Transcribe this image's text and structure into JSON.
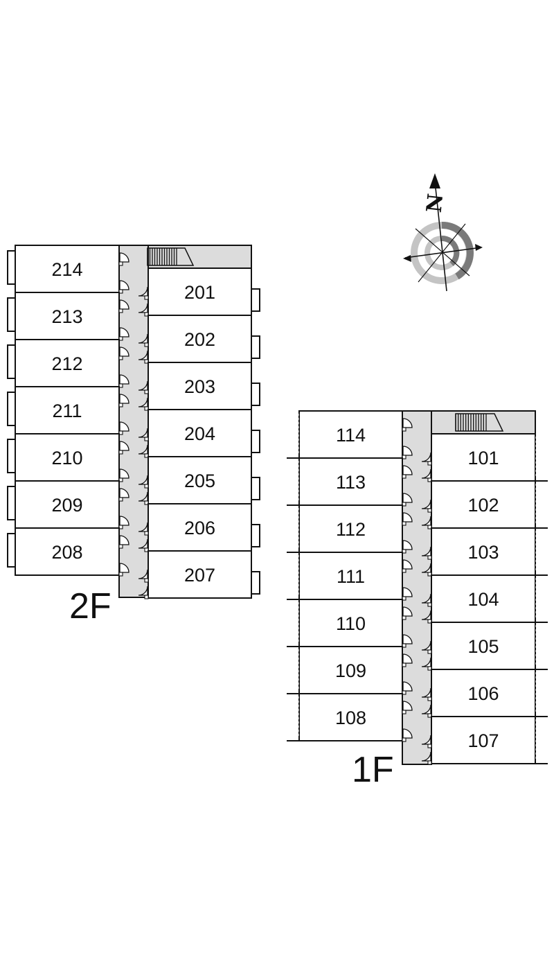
{
  "floors": [
    {
      "label": "2F",
      "left_rooms": [
        "214",
        "213",
        "212",
        "211",
        "210",
        "209",
        "208"
      ],
      "right_rooms": [
        "201",
        "202",
        "203",
        "204",
        "205",
        "206",
        "207"
      ]
    },
    {
      "label": "1F",
      "left_rooms": [
        "114",
        "113",
        "112",
        "111",
        "110",
        "109",
        "108"
      ],
      "right_rooms": [
        "101",
        "102",
        "103",
        "104",
        "105",
        "106",
        "107"
      ]
    }
  ],
  "compass": {
    "north_label": "N"
  },
  "colors": {
    "corridor": "#dcdcdc",
    "lines": "#111111",
    "compass_dark": "#7a7a7a",
    "compass_light": "#c4c4c4"
  }
}
